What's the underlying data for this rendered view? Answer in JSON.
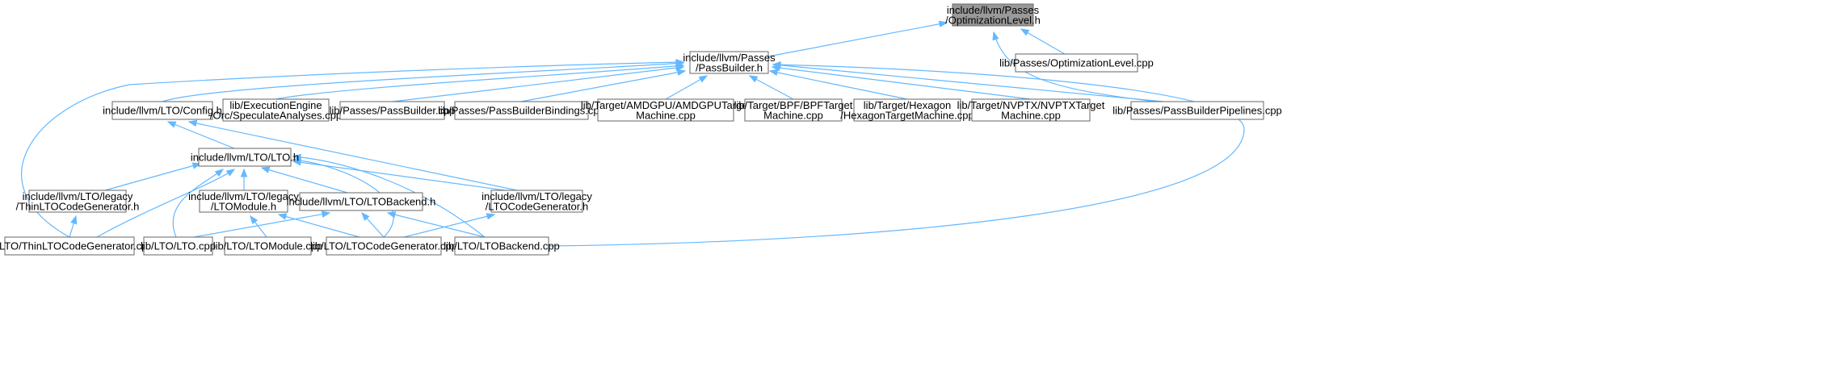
{
  "diagram": {
    "nodes": [
      {
        "id": "optlevel_h",
        "lines": [
          "include/llvm/Passes",
          "/OptimizationLevel.h"
        ],
        "root": true
      },
      {
        "id": "passbuilder_h",
        "lines": [
          "include/llvm/Passes",
          "/PassBuilder.h"
        ]
      },
      {
        "id": "optlevel_cpp",
        "lines": [
          "lib/Passes/OptimizationLevel.cpp"
        ]
      },
      {
        "id": "config_h",
        "lines": [
          "include/llvm/LTO/Config.h"
        ]
      },
      {
        "id": "speculate_cpp",
        "lines": [
          "lib/ExecutionEngine",
          "/Orc/SpeculateAnalyses.cpp"
        ]
      },
      {
        "id": "passbuilder_cpp",
        "lines": [
          "lib/Passes/PassBuilder.cpp"
        ]
      },
      {
        "id": "pbbindings_cpp",
        "lines": [
          "lib/Passes/PassBuilderBindings.cpp"
        ]
      },
      {
        "id": "amdgpu_cpp",
        "lines": [
          "lib/Target/AMDGPU/AMDGPUTarget",
          "Machine.cpp"
        ]
      },
      {
        "id": "bpf_cpp",
        "lines": [
          "lib/Target/BPF/BPFTarget",
          "Machine.cpp"
        ]
      },
      {
        "id": "hexagon_cpp",
        "lines": [
          "lib/Target/Hexagon",
          "/HexagonTargetMachine.cpp"
        ]
      },
      {
        "id": "nvptx_cpp",
        "lines": [
          "lib/Target/NVPTX/NVPTXTarget",
          "Machine.cpp"
        ]
      },
      {
        "id": "pbpipelines_cpp",
        "lines": [
          "lib/Passes/PassBuilderPipelines.cpp"
        ]
      },
      {
        "id": "lto_h",
        "lines": [
          "include/llvm/LTO/LTO.h"
        ]
      },
      {
        "id": "thinltocg_h",
        "lines": [
          "include/llvm/LTO/legacy",
          "/ThinLTOCodeGenerator.h"
        ]
      },
      {
        "id": "ltomodule_h",
        "lines": [
          "include/llvm/LTO/legacy",
          "/LTOModule.h"
        ]
      },
      {
        "id": "ltobackend_h",
        "lines": [
          "include/llvm/LTO/LTOBackend.h"
        ]
      },
      {
        "id": "ltocg_h",
        "lines": [
          "include/llvm/LTO/legacy",
          "/LTOCodeGenerator.h"
        ]
      },
      {
        "id": "thinltocg_cpp",
        "lines": [
          "lib/LTO/ThinLTOCodeGenerator.cpp"
        ]
      },
      {
        "id": "lto_cpp",
        "lines": [
          "lib/LTO/LTO.cpp"
        ]
      },
      {
        "id": "ltomodule_cpp",
        "lines": [
          "lib/LTO/LTOModule.cpp"
        ]
      },
      {
        "id": "ltocg_cpp",
        "lines": [
          "lib/LTO/LTOCodeGenerator.cpp"
        ]
      },
      {
        "id": "ltobackend_cpp",
        "lines": [
          "lib/LTO/LTOBackend.cpp"
        ]
      }
    ],
    "edges": [
      {
        "from": "passbuilder_h",
        "to": "optlevel_h"
      },
      {
        "from": "optlevel_cpp",
        "to": "optlevel_h"
      },
      {
        "from": "pbpipelines_cpp",
        "to": "optlevel_h"
      },
      {
        "from": "config_h",
        "to": "passbuilder_h"
      },
      {
        "from": "speculate_cpp",
        "to": "passbuilder_h"
      },
      {
        "from": "passbuilder_cpp",
        "to": "passbuilder_h"
      },
      {
        "from": "pbbindings_cpp",
        "to": "passbuilder_h"
      },
      {
        "from": "amdgpu_cpp",
        "to": "passbuilder_h"
      },
      {
        "from": "bpf_cpp",
        "to": "passbuilder_h"
      },
      {
        "from": "hexagon_cpp",
        "to": "passbuilder_h"
      },
      {
        "from": "nvptx_cpp",
        "to": "passbuilder_h"
      },
      {
        "from": "pbpipelines_cpp",
        "to": "passbuilder_h"
      },
      {
        "from": "thinltocg_cpp",
        "to": "passbuilder_h"
      },
      {
        "from": "ltobackend_cpp",
        "to": "passbuilder_h"
      },
      {
        "from": "lto_h",
        "to": "config_h"
      },
      {
        "from": "ltocg_h",
        "to": "config_h"
      },
      {
        "from": "thinltocg_h",
        "to": "lto_h"
      },
      {
        "from": "ltomodule_h",
        "to": "lto_h"
      },
      {
        "from": "ltobackend_h",
        "to": "lto_h"
      },
      {
        "from": "ltocg_h",
        "to": "lto_h"
      },
      {
        "from": "thinltocg_cpp",
        "to": "lto_h"
      },
      {
        "from": "lto_cpp",
        "to": "lto_h"
      },
      {
        "from": "ltocg_cpp",
        "to": "lto_h"
      },
      {
        "from": "ltobackend_cpp",
        "to": "lto_h"
      },
      {
        "from": "thinltocg_cpp",
        "to": "thinltocg_h"
      },
      {
        "from": "ltomodule_cpp",
        "to": "ltomodule_h"
      },
      {
        "from": "ltocg_cpp",
        "to": "ltomodule_h"
      },
      {
        "from": "lto_cpp",
        "to": "ltobackend_h"
      },
      {
        "from": "ltocg_cpp",
        "to": "ltobackend_h"
      },
      {
        "from": "ltobackend_cpp",
        "to": "ltobackend_h"
      },
      {
        "from": "ltocg_cpp",
        "to": "ltocg_h"
      }
    ]
  },
  "colors": {
    "edge": "#63b8ff",
    "node_border": "#666666",
    "root_fill": "#999999",
    "node_fill": "#ffffff"
  }
}
